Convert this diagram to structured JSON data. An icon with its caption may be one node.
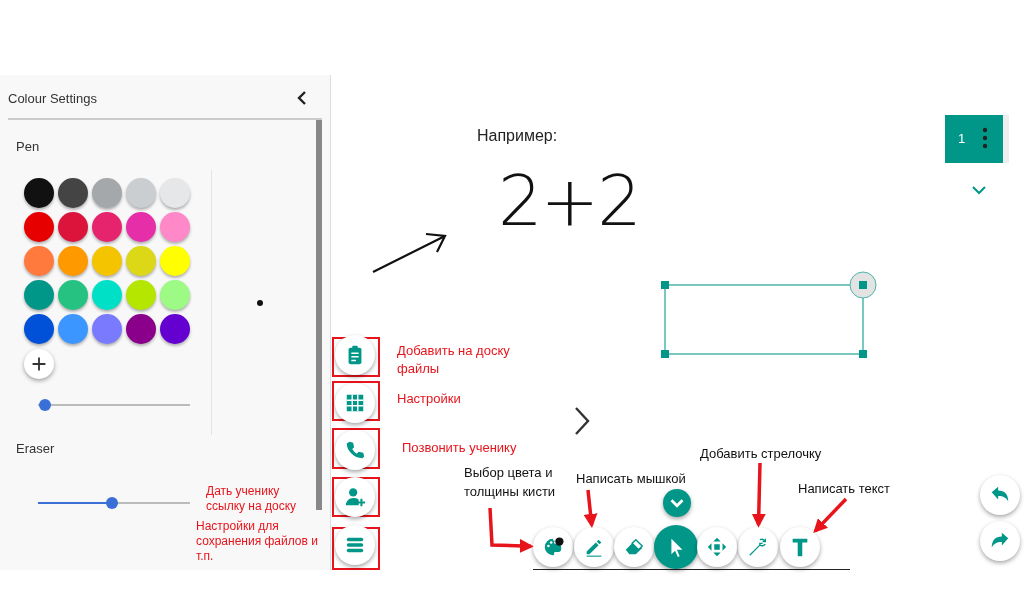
{
  "diagram": {
    "nodes": [
      {
        "text": [
          "Выбор цвета и толщины кисти"
        ]
      },
      {
        "text": [],
        "shape": "circle"
      },
      {
        "text": [
          "Написать мышкой"
        ]
      },
      {
        "text": [],
        "shape": "circle"
      },
      {
        "text": [
          "Добавить стрелочку"
        ]
      },
      {
        "text": [],
        "shape": "circle"
      },
      {
        "text": [
          "Написать текст"
        ]
      },
      {
        "text": [],
        "shape": "circle"
      },
      {
        "text": [],
        "shape": "circle"
      },
      {
        "text": [],
        "shape": "circle"
      },
      {
        "text": [],
        "shape": "circle"
      },
      {
        "text": [],
        "shape": "circle"
      },
      {
        "text": [],
        "shape": "circle"
      },
      {
        "text": [],
        "shape": "circle"
      },
      {
        "text": [],
        "shape": "circle"
      },
      {
        "text": [],
        "shape": "circle"
      },
      {
        "text": [],
        "shape": "circle"
      },
      {
        "text": [],
        "shape": "circle"
      },
      {
        "text": [],
        "shape": "circle"
      },
      {
        "text": [],
        "shape": "circle"
      }
    ],
    "edges": [
      {
        "from": 0,
        "to": 1,
        "arrow": "to"
      },
      {
        "from": 2,
        "to": 3,
        "arrow": "to"
      },
      {
        "from": 4,
        "to": 5,
        "arrow": "to"
      },
      {
        "from": 6,
        "to": 7,
        "arrow": "to"
      }
    ],
    "labels": [
      "Colour Settings",
      "Pen",
      "Eraser",
      "Например:",
      "2+2",
      "1",
      "Добавить на доску файлы",
      "Настройки",
      "Позвонить ученику",
      "Дать ученику ссылку на доску",
      "Настройки для сохранения файлов и т.п."
    ]
  }
}
